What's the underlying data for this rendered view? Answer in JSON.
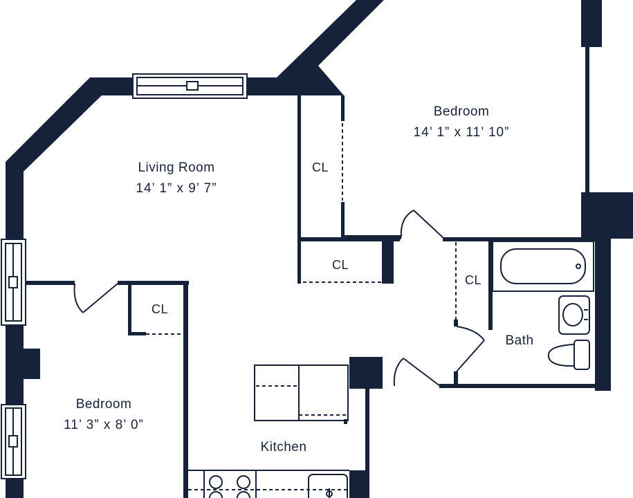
{
  "rooms": {
    "living_room": {
      "name": "Living Room",
      "dimensions": "14’ 1” x 9’ 7”"
    },
    "bedroom_upper": {
      "name": "Bedroom",
      "dimensions": "14’ 1” x 11’ 10”"
    },
    "bedroom_lower": {
      "name": "Bedroom",
      "dimensions": "11’ 3” x 8’ 0”"
    },
    "kitchen": {
      "name": "Kitchen"
    },
    "bath": {
      "name": "Bath"
    }
  },
  "closets": {
    "upper": "CL",
    "middle": "CL",
    "bath": "CL",
    "lower_bedroom": "CL"
  },
  "colors": {
    "wall": "#16213a",
    "background": "#ffffff"
  }
}
